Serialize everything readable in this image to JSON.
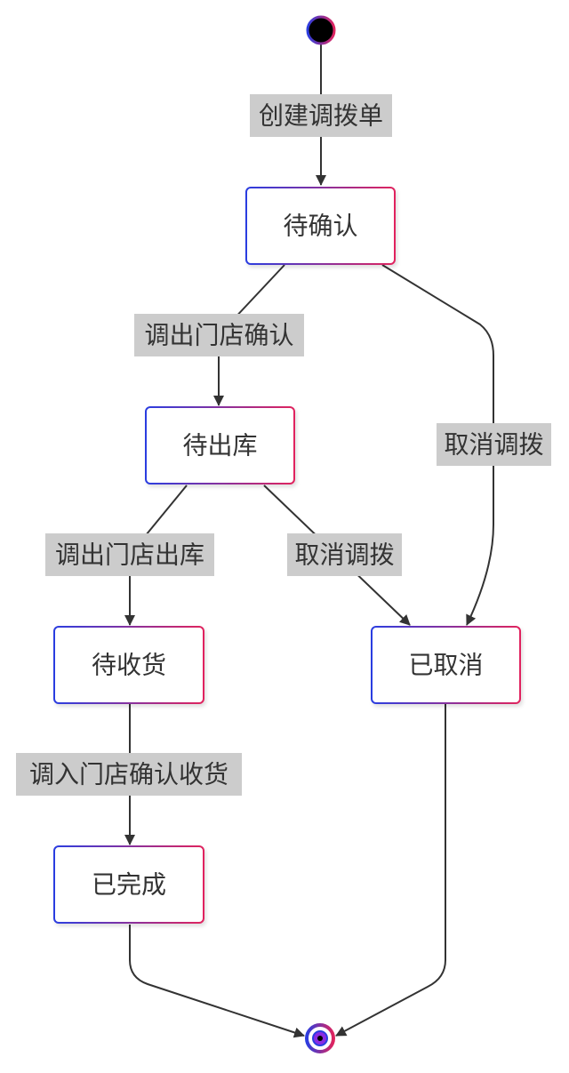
{
  "colors": {
    "gradient_start": "#2b3de0",
    "gradient_end": "#e0245e",
    "edge": "#333333",
    "label_bg": "#cccccc",
    "text": "#333333",
    "background": "#ffffff"
  },
  "states": {
    "pending_confirm": "待确认",
    "pending_outbound": "待出库",
    "pending_receipt": "待收货",
    "completed": "已完成",
    "cancelled": "已取消"
  },
  "transitions": {
    "create": "创建调拨单",
    "out_store_confirm": "调出门店确认",
    "cancel_from_confirm": "取消调拨",
    "out_store_ship": "调出门店出库",
    "cancel_from_outbound": "取消调拨",
    "in_store_receive": "调入门店确认收货"
  }
}
